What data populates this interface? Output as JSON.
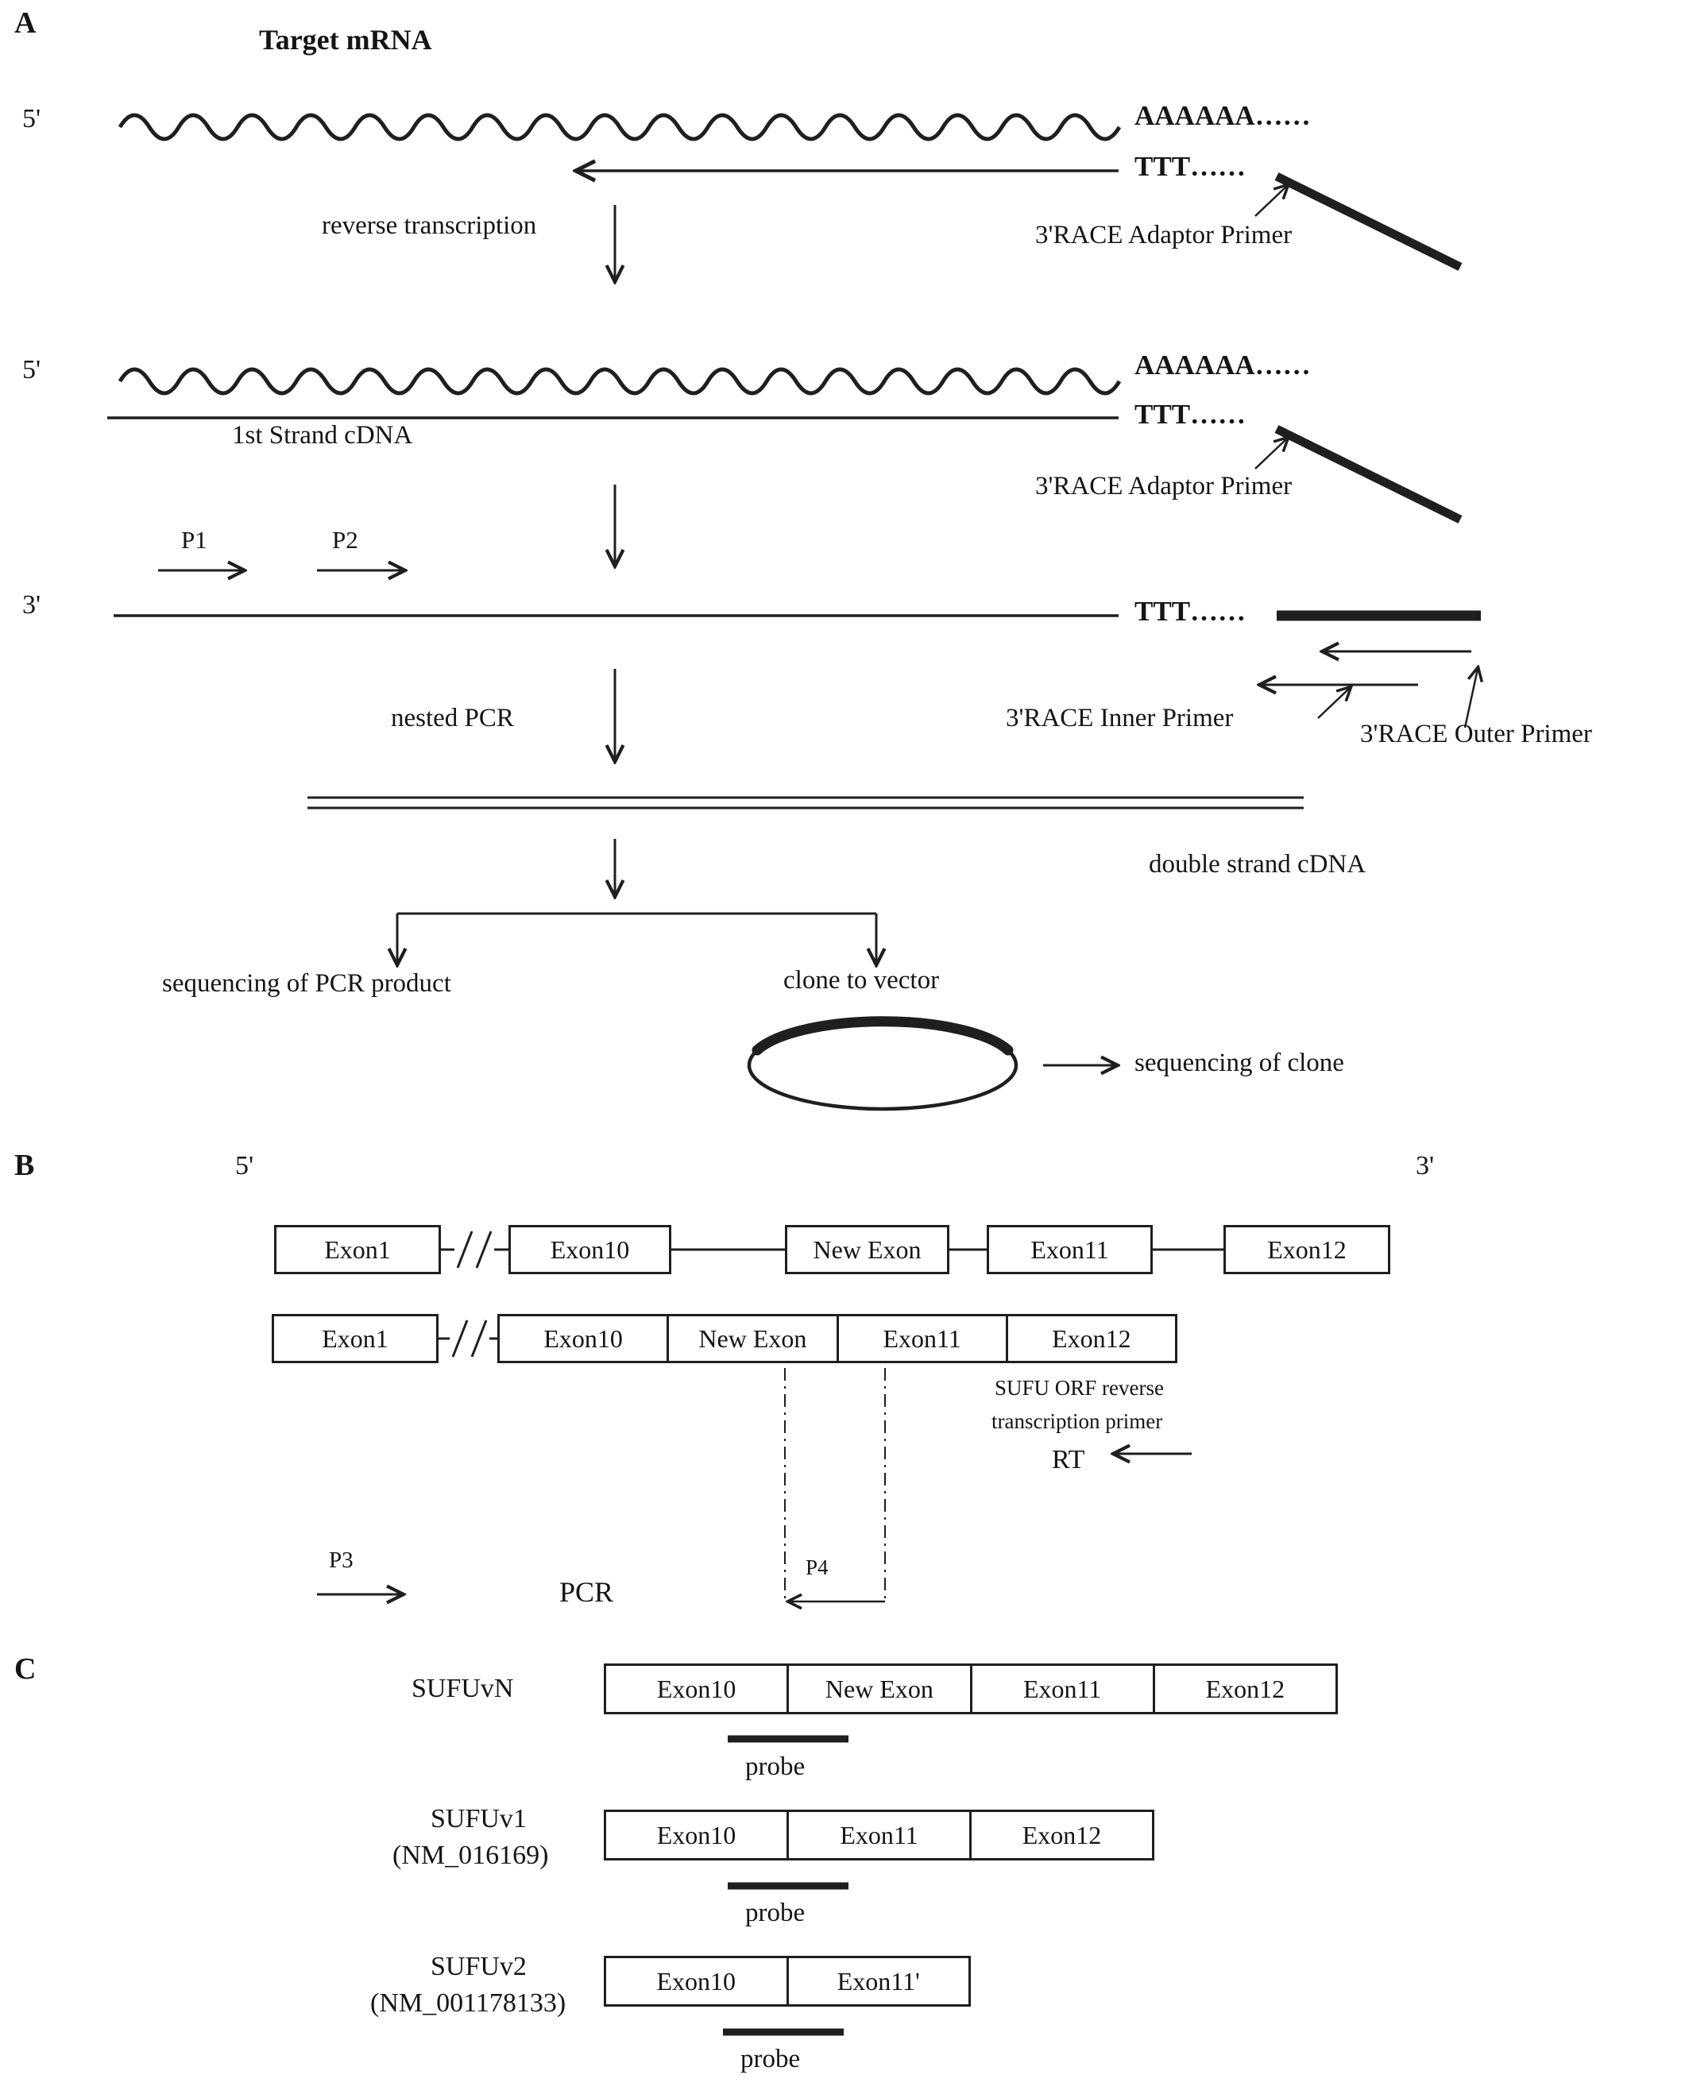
{
  "panelA": {
    "label": "A",
    "title": "Target mRNA",
    "five_prime_top": "5'",
    "polya_top": "AAAAAA……",
    "ttt_top": "TTT……",
    "adaptor_primer_top": "3'RACE Adaptor Primer",
    "reverse_transcription": "reverse transcription",
    "five_prime_mid": "5'",
    "polya_mid": "AAAAAA……",
    "first_strand_cdna": "1st Strand cDNA",
    "ttt_mid": "TTT……",
    "adaptor_primer_mid": "3'RACE Adaptor Primer",
    "p1": "P1",
    "p2": "P2",
    "three_prime": "3'",
    "ttt_bottom": "TTT……",
    "nested_pcr": "nested PCR",
    "inner_primer": "3'RACE Inner Primer",
    "outer_primer": "3'RACE Outer Primer",
    "double_strand_cdna": "double strand cDNA",
    "seq_pcr_product": "sequencing of PCR product",
    "clone_to_vector": "clone to vector",
    "seq_clone": "sequencing of clone"
  },
  "panelB": {
    "label": "B",
    "five_prime": "5'",
    "three_prime": "3'",
    "row1": [
      "Exon1",
      "Exon10",
      "New Exon",
      "Exon11",
      "Exon12"
    ],
    "row2": [
      "Exon1",
      "Exon10",
      "New Exon",
      "Exon11",
      "Exon12"
    ],
    "rt_primer_line1": "SUFU ORF reverse",
    "rt_primer_line2": "transcription primer",
    "rt": "RT",
    "p3": "P3",
    "pcr": "PCR",
    "p4": "P4"
  },
  "panelC": {
    "label": "C",
    "rows": [
      {
        "name": "SUFUvN",
        "exons": [
          "Exon10",
          "New Exon",
          "Exon11",
          "Exon12"
        ],
        "probe": "probe"
      },
      {
        "name": "SUFUv1",
        "accession": "(NM_016169)",
        "exons": [
          "Exon10",
          "Exon11",
          "Exon12"
        ],
        "probe": "probe"
      },
      {
        "name": "SUFUv2",
        "accession": "(NM_001178133)",
        "exons": [
          "Exon10",
          "Exon11'"
        ],
        "probe": "probe"
      }
    ]
  }
}
